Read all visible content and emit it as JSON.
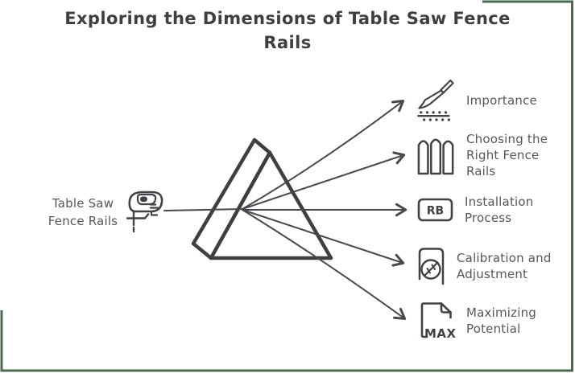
{
  "title": "Exploring the Dimensions of Table Saw Fence Rails",
  "source": {
    "label": "Table Saw Fence Rails",
    "icon": "jigsaw-icon"
  },
  "items": [
    {
      "label": "Importance",
      "icon": "utility-knife-icon"
    },
    {
      "label": "Choosing the Right Fence Rails",
      "icon": "fence-icon"
    },
    {
      "label": "Installation Process",
      "icon": "rb-badge-icon",
      "icon_text": "RB"
    },
    {
      "label": "Calibration and Adjustment",
      "icon": "gauge-device-icon"
    },
    {
      "label": "Maximizing Potential",
      "icon": "max-document-icon",
      "icon_text": "MAX"
    }
  ],
  "colors": {
    "frame_border": "#4a694f",
    "ink": "#3c4043",
    "beam": "#46494d",
    "text": "#54585c",
    "title_text": "#3d4043"
  }
}
